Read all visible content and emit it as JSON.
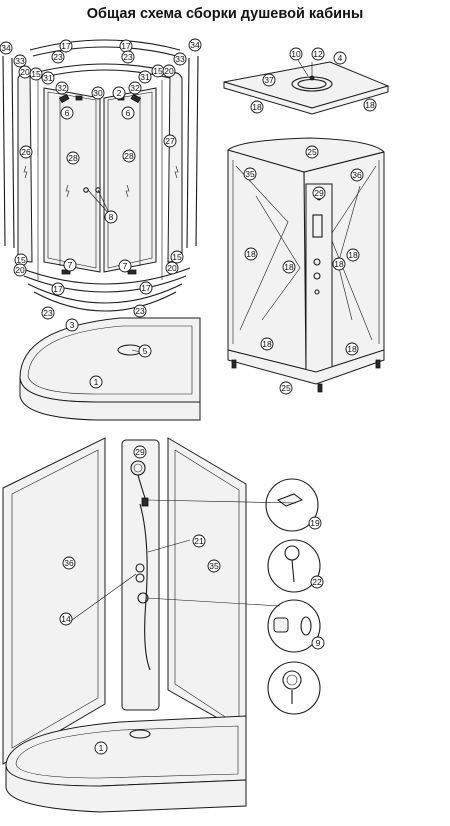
{
  "title": "Общая схема сборки душевой кабины",
  "callouts": {
    "c1a": "1",
    "c1b": "1",
    "c2": "2",
    "c3": "3",
    "c4": "4",
    "c5": "5",
    "c6a": "6",
    "c6b": "6",
    "c7a": "7",
    "c7b": "7",
    "c8": "8",
    "c9": "9",
    "c10": "10",
    "c12": "12",
    "c14": "14",
    "c15a": "15",
    "c15b": "15",
    "c15c": "15",
    "c15d": "15",
    "c17a": "17",
    "c17b": "17",
    "c17c": "17",
    "c17d": "17",
    "c18a": "18",
    "c18b": "18",
    "c18c": "18",
    "c18d": "18",
    "c18e": "18",
    "c18f": "18",
    "c18g": "18",
    "c18h": "18",
    "c19": "19",
    "c20a": "20",
    "c20b": "20",
    "c20c": "20",
    "c20d": "20",
    "c21": "21",
    "c22": "22",
    "c23a": "23",
    "c23b": "23",
    "c23c": "23",
    "c23d": "23",
    "c25a": "25",
    "c25b": "25",
    "c26": "26",
    "c27": "27",
    "c28a": "28",
    "c28b": "28",
    "c29a": "29",
    "c29b": "29",
    "c30": "30",
    "c31a": "31",
    "c31b": "31",
    "c32a": "32",
    "c32b": "32",
    "c33a": "33",
    "c33b": "33",
    "c34a": "34",
    "c34b": "34",
    "c35a": "35",
    "c35b": "35",
    "c36a": "36",
    "c36b": "36",
    "c37": "37"
  }
}
